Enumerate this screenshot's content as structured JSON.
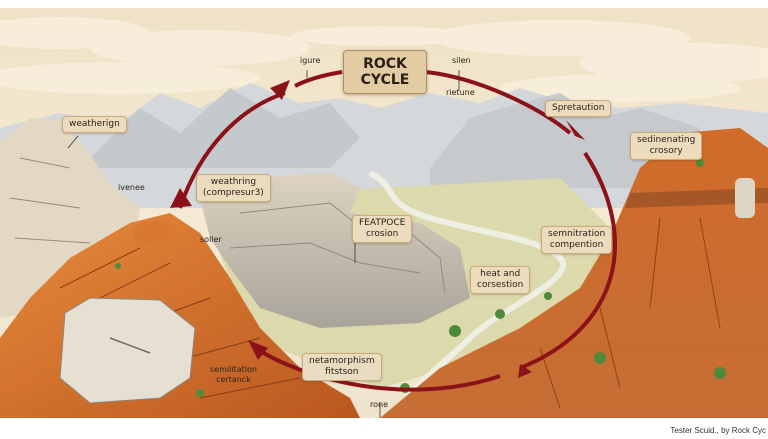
{
  "title": {
    "line1": "ROCK",
    "line2": "CYCLE"
  },
  "labels": {
    "weathering_top": "weatherign",
    "weathering_compress": {
      "line1": "weathring",
      "line2": "(compresur3)"
    },
    "featpoce": {
      "line1": "FEATPOCE",
      "line2": "crosion"
    },
    "spretaution": "Spretaution",
    "sedimentating": {
      "line1": "sedinenating",
      "line2": "crosory"
    },
    "semnitration": {
      "line1": "semnitration",
      "line2": "compention"
    },
    "heat": {
      "line1": "heat and",
      "line2": "corsestion"
    },
    "metamorphism": {
      "line1": "netamorphism",
      "line2": "fitstson"
    },
    "semilitation": {
      "line1": "semilitation",
      "line2": "certanck"
    }
  },
  "small_labels": {
    "igure": "igure",
    "silen": "silen",
    "rietune": "rietune",
    "ivenee": "ivenee",
    "soller": "soller",
    "rone": "rone"
  },
  "caption": "Tester Scuid., by Rock Cyc",
  "colors": {
    "sky": "#f3e6cc",
    "arrow": "#8b1218",
    "rock_orange": "#d9782f",
    "rock_pale": "#e6dccb",
    "mountain": "#c9cdd0",
    "valley": "#dfdcb0",
    "label_bg": "#ecdcbd"
  }
}
